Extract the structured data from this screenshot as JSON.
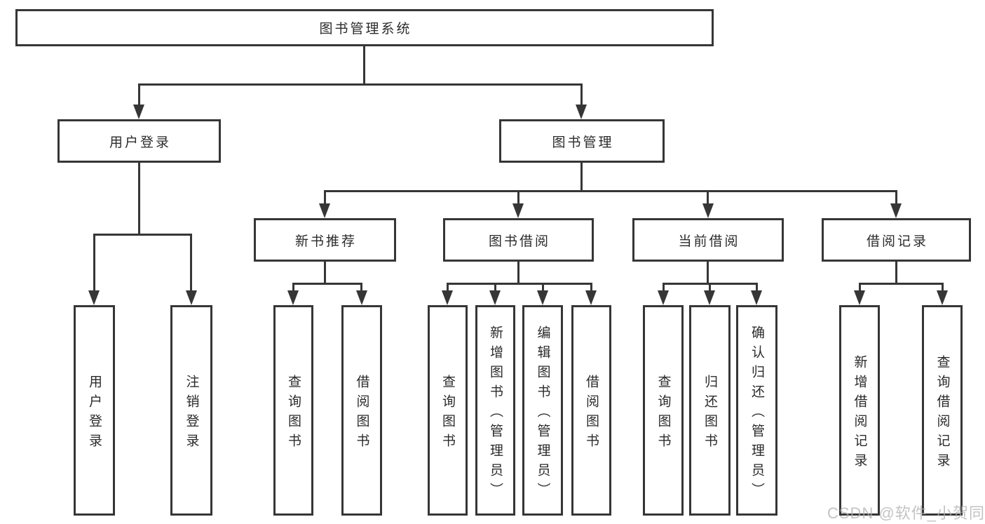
{
  "colors": {
    "line": "#363636",
    "text": "#2b2b2b",
    "background": "#ffffff",
    "watermark": "#c8c8c8"
  },
  "tree": {
    "root": "图书管理系统",
    "children": [
      {
        "label": "用户登录",
        "children": [
          "用户登录",
          "注销登录"
        ]
      },
      {
        "label": "图书管理",
        "children": [
          {
            "label": "新书推荐",
            "children": [
              "查询图书",
              "借阅图书"
            ]
          },
          {
            "label": "图书借阅",
            "children": [
              "查询图书",
              "新增图书（管理员）",
              "编辑图书（管理员）",
              "借阅图书"
            ]
          },
          {
            "label": "当前借阅",
            "children": [
              "查询图书",
              "归还图书",
              "确认归还（管理员）"
            ]
          },
          {
            "label": "借阅记录",
            "children": [
              "新增借阅记录",
              "查询借阅记录"
            ]
          }
        ]
      }
    ]
  },
  "watermark": "CSDN @软件_小贺同学"
}
